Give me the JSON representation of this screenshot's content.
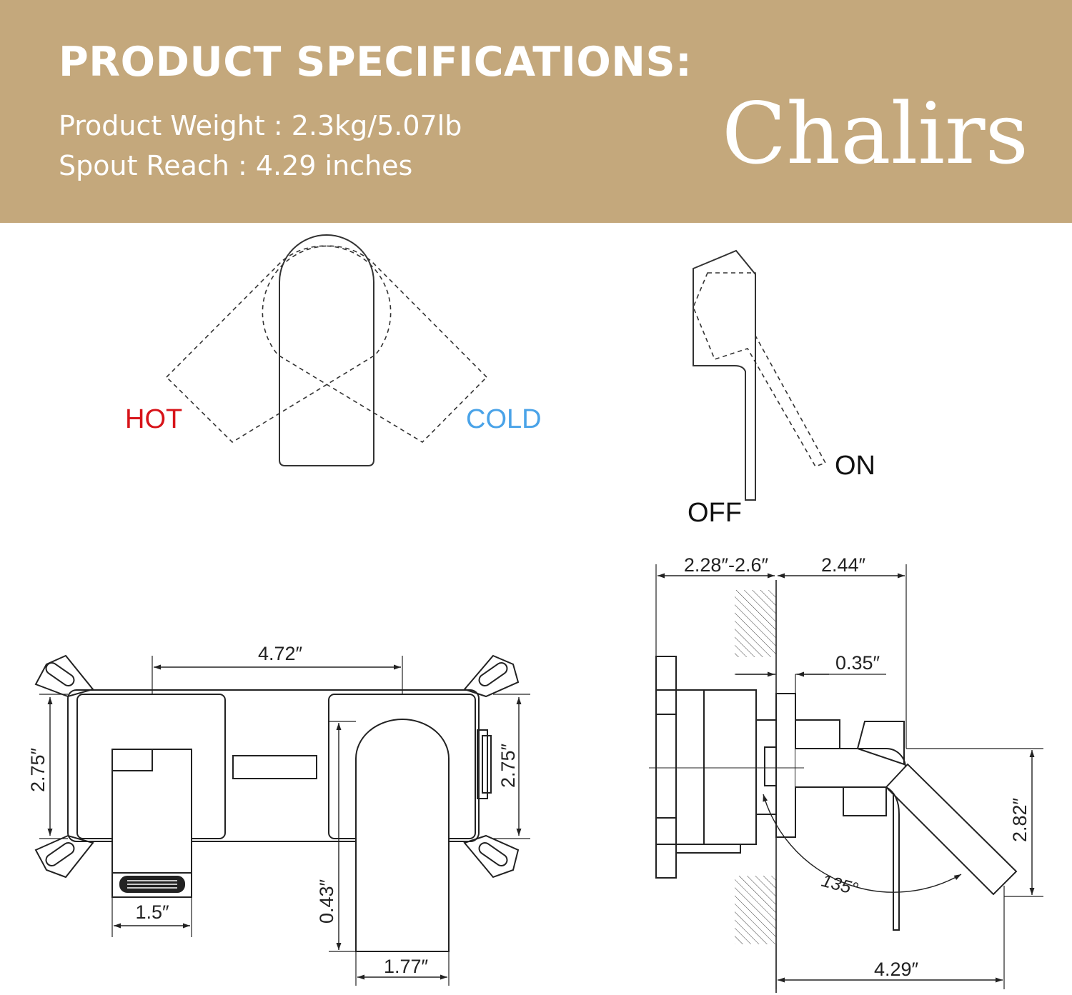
{
  "header": {
    "title": "PRODUCT SPECIFICATIONS:",
    "weight_text": "Product Weight : 2.3kg/5.07lb",
    "reach_text": "Spout Reach : 4.29 inches",
    "brand": "Chalirs",
    "background_color": "#c4a87c"
  },
  "handle_rotation": {
    "hot_label": "HOT",
    "cold_label": "COLD",
    "hot_color": "#d7141a",
    "cold_color": "#4aa3e8"
  },
  "lever_positions": {
    "on_label": "ON",
    "off_label": "OFF"
  },
  "front_view": {
    "spacing": "4.72″",
    "height_left": "2.75″",
    "height_right": "2.75″",
    "lever_width": "1.5″",
    "spout_width": "1.77″",
    "spout_gap": "0.43″"
  },
  "side_view": {
    "wall_depth": "2.28″-2.6″",
    "body_depth": "2.44″",
    "plate": "0.35″",
    "height": "2.82″",
    "reach": "4.29″",
    "angle": "135°"
  }
}
